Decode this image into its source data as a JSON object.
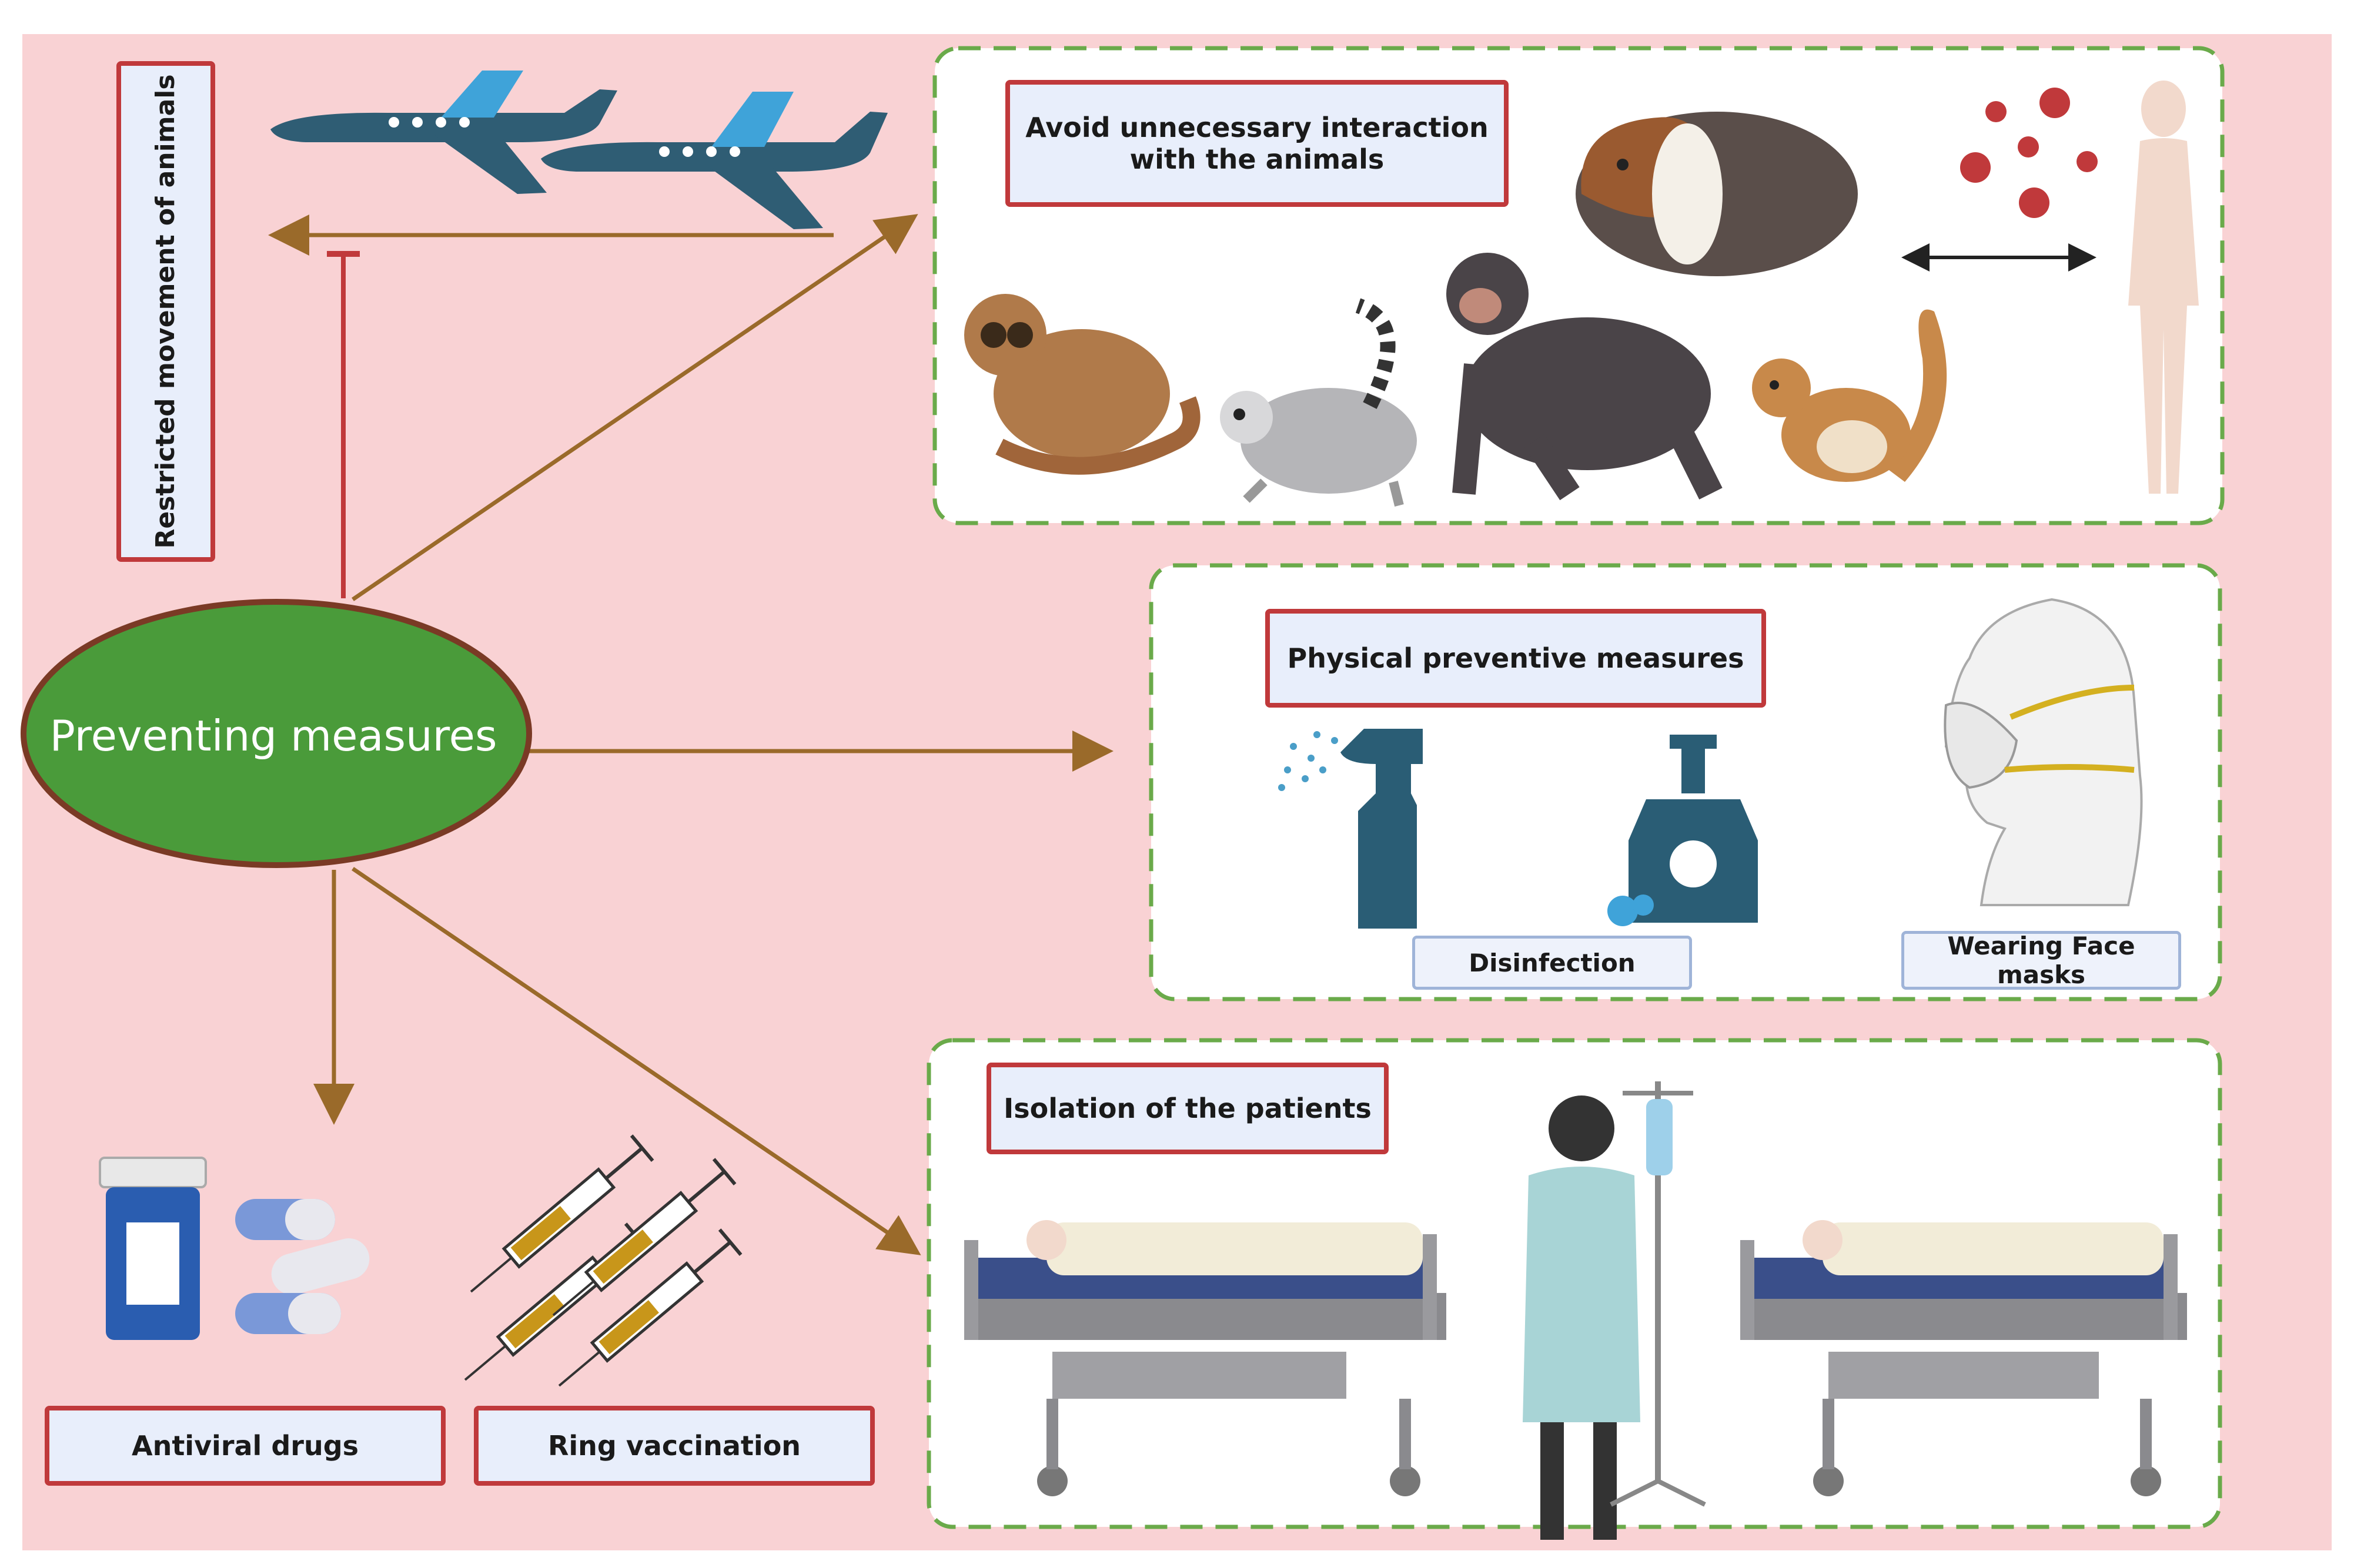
{
  "center": {
    "label": "Preventing measures"
  },
  "restricted_movement": {
    "label": "Restricted movement of animals"
  },
  "avoid_interaction": {
    "label_line1": "Avoid unnecessary interaction",
    "label_line2": "with the animals"
  },
  "physical_measures": {
    "label": "Physical preventive measures",
    "disinfection_label": "Disinfection",
    "face_masks_label": "Wearing Face masks"
  },
  "isolation": {
    "label": "Isolation of the patients"
  },
  "antiviral": {
    "label": "Antiviral drugs"
  },
  "ring_vaccination": {
    "label": "Ring vaccination"
  },
  "colors": {
    "background": "#f9d2d4",
    "ellipse_fill": "#4a9b3a",
    "ellipse_border": "#7a3a25",
    "arrow": "#9a6a2a",
    "inhibit": "#c0393b",
    "dashed_border": "#6aaa4a",
    "plane": "#2f5d74",
    "plane_wing": "#3fa3d9",
    "bottle": "#2a5d75"
  },
  "icons": [
    "airplane-icon",
    "bush-baby-icon",
    "lemur-icon",
    "chimpanzee-icon",
    "squirrel-icon",
    "guinea-pig-icon",
    "virus-icon",
    "human-figure-icon",
    "spray-bottle-icon",
    "soap-dispenser-icon",
    "face-mask-icon",
    "hospital-bed-icon",
    "patient-icon",
    "iv-stand-icon",
    "pill-bottle-icon",
    "capsule-icon",
    "syringe-icon"
  ]
}
